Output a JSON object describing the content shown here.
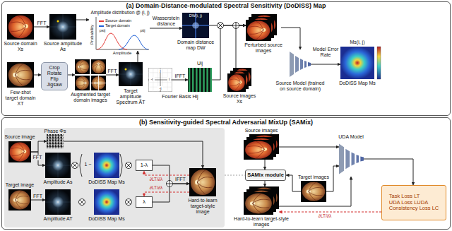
{
  "diagram": {
    "nodes": [
      {
        "text": [
          "(a) Domain-Distance-modulated Spectral Sensitivity (DoDiSS) Map"
        ]
      },
      {
        "text": [
          "Source domain Xs"
        ],
        "in": 0
      },
      {
        "text": [
          "Source amplitude As"
        ],
        "in": 0
      },
      {
        "text": [
          "Amplitude distribution @ (i, j)",
          "Probability",
          "Amplitude"
        ],
        "in": 0
      },
      {
        "text": [
          "DW(i, j)",
          "Domain distance map DW"
        ],
        "in": 0
      },
      {
        "text": [
          "Perturbed source images"
        ],
        "in": 0
      },
      {
        "text": [
          "Few-shot target domain XT"
        ],
        "in": 0
      },
      {
        "text": [
          "Crop Rotate Flip Jigsaw"
        ],
        "in": 0
      },
      {
        "text": [
          "Augmented target domain images"
        ],
        "in": 0
      },
      {
        "text": [
          "Target amplitude Spectrum ÃT"
        ],
        "in": 0
      },
      {
        "text": [
          "j",
          "-i",
          "i",
          "-j",
          "Fourier Basis Hij"
        ],
        "in": 0
      },
      {
        "text": [
          "Uij"
        ],
        "in": 0
      },
      {
        "text": [
          "Source images Xs"
        ],
        "in": 0
      },
      {
        "text": [
          "Source Model (trained on source domain)"
        ],
        "in": 0
      },
      {
        "text": [
          "Ms(i, j)",
          "DoDiSS Map Ms"
        ],
        "in": 0
      },
      {
        "text": [
          "(b) Sensitivity-guided Spectral Adversarial MixUp (SAMix)"
        ]
      },
      {
        "text": [
          "Source image"
        ],
        "in": 15
      },
      {
        "text": [
          "Phase Φs"
        ],
        "in": 15
      },
      {
        "text": [
          "Amplitude As"
        ],
        "in": 15
      },
      {
        "text": [
          "DoDiSS Map Ms"
        ],
        "in": 15
      },
      {
        "text": [
          "1-λ"
        ],
        "in": 15
      },
      {
        "text": [
          "Target image"
        ],
        "in": 15
      },
      {
        "text": [
          "Amplitude AT"
        ],
        "in": 15
      },
      {
        "text": [
          "DoDiSS Map Ms"
        ],
        "in": 15
      },
      {
        "text": [
          "λ"
        ],
        "in": 15
      },
      {
        "text": [
          "Hard-to-learn target-style image"
        ],
        "in": 15
      },
      {
        "text": [
          "Source images"
        ],
        "in": 15
      },
      {
        "text": [
          "SAMix module"
        ],
        "in": 15
      },
      {
        "text": [
          "Target images"
        ],
        "in": 15
      },
      {
        "text": [
          "Hard-to-learn target-style images"
        ],
        "in": 15
      },
      {
        "text": [
          "UDA Model"
        ],
        "in": 15
      },
      {
        "text": [
          "Task Loss LT",
          "UDA Loss LUDA",
          "Consistency Loss LC"
        ],
        "in": 15
      }
    ],
    "edges": [
      {
        "from": 1,
        "to": 2,
        "label": "FFT",
        "arrow": "to"
      },
      {
        "from": 2,
        "to": 3,
        "arrow": "to"
      },
      {
        "from": 3,
        "to": 4,
        "label": "Wasserstein distance",
        "arrow": "to"
      },
      {
        "from": 6,
        "to": 7,
        "arrow": "to"
      },
      {
        "from": 7,
        "to": 8,
        "arrow": "to"
      },
      {
        "from": 8,
        "to": 9,
        "label": "FFT",
        "arrow": "to"
      },
      {
        "from": 9,
        "to": 3,
        "arrow": "to"
      },
      {
        "from": 10,
        "to": 11,
        "label": "IFFT",
        "arrow": "to"
      },
      {
        "from": 4,
        "to": 5,
        "arrow": "to"
      },
      {
        "from": 11,
        "to": 5,
        "arrow": "to"
      },
      {
        "from": 12,
        "to": 5,
        "arrow": "to"
      },
      {
        "from": 5,
        "to": 13,
        "arrow": "to"
      },
      {
        "from": 13,
        "to": 14,
        "label": "Model Error Rate",
        "arrow": "to"
      },
      {
        "from": 16,
        "to": 17,
        "arrow": "to"
      },
      {
        "from": 16,
        "to": 18,
        "label": "FFT",
        "arrow": "to"
      },
      {
        "from": 21,
        "to": 22,
        "label": "FFT",
        "arrow": "to"
      },
      {
        "from": 17,
        "to": 25,
        "arrow": "to"
      },
      {
        "from": 20,
        "to": 25,
        "arrow": "to"
      },
      {
        "from": 24,
        "to": 25,
        "arrow": "to"
      },
      {
        "from": 25,
        "to": 20,
        "label": "∂LT/∂λ",
        "arrow": "to"
      },
      {
        "from": 25,
        "to": 24,
        "label": "∂LT/∂λ",
        "arrow": "to"
      },
      {
        "from": 26,
        "to": 27,
        "arrow": "to"
      },
      {
        "from": 28,
        "to": 27,
        "arrow": "to"
      },
      {
        "from": 27,
        "to": 29,
        "arrow": "to"
      },
      {
        "from": 26,
        "to": 30,
        "arrow": "to"
      },
      {
        "from": 28,
        "to": 30,
        "arrow": "to"
      },
      {
        "from": 29,
        "to": 30,
        "arrow": "to"
      },
      {
        "from": 30,
        "to": 31,
        "arrow": "to"
      },
      {
        "from": 31,
        "to": 29,
        "label": "∂LT/∂λ",
        "arrow": "to"
      }
    ],
    "labels": [
      "psij",
      "ptij",
      "1 −",
      "IFFT"
    ],
    "legend": [
      {
        "text": "Source domain",
        "color": "#e53935"
      },
      {
        "text": "Target domain",
        "color": "#1e5fd6"
      }
    ]
  }
}
